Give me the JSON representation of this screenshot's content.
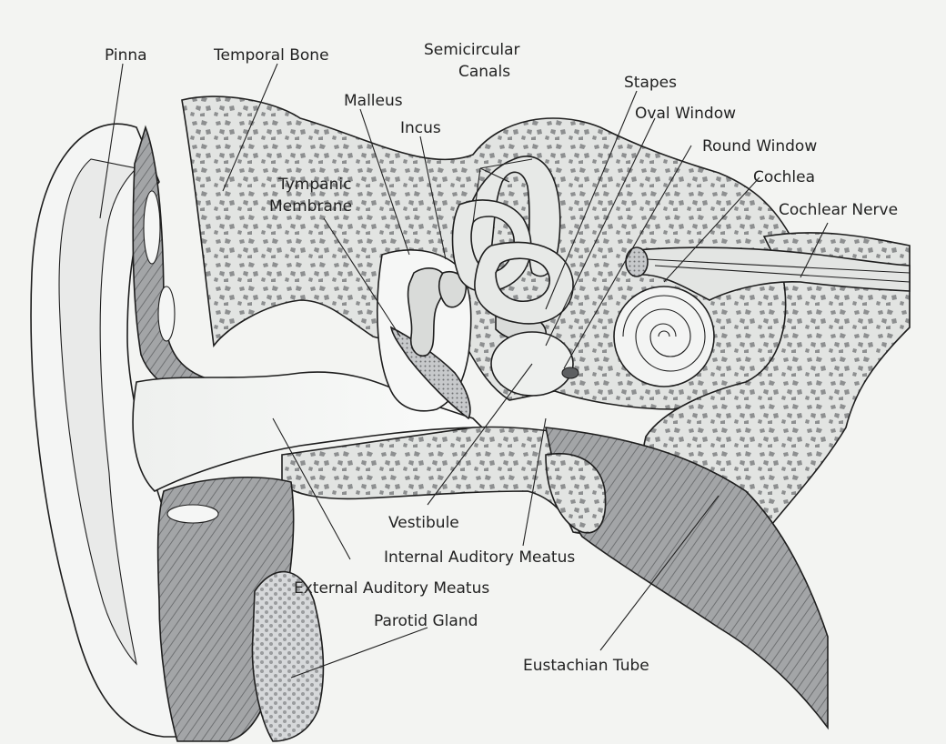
{
  "diagram": {
    "labels": {
      "pinna": "Pinna",
      "temporal_bone": "Temporal Bone",
      "semicircular_1": "Semicircular",
      "semicircular_2": "Canals",
      "malleus": "Malleus",
      "incus": "Incus",
      "stapes": "Stapes",
      "oval_window": "Oval Window",
      "round_window": "Round Window",
      "cochlea": "Cochlea",
      "cochlear_nerve": "Cochlear Nerve",
      "tympanic_1": "Tympanic",
      "tympanic_2": "Membrane",
      "vestibule": "Vestibule",
      "internal_meatus": "Internal Auditory Meatus",
      "external_meatus": "External Auditory Meatus",
      "parotid": "Parotid Gland",
      "eustachian": "Eustachian Tube"
    },
    "colors": {
      "background": "#f3f4f2",
      "bone": "#dfe1df",
      "muscle": "#9c9d9f",
      "cavity": "#f7f8f7",
      "gland": "#cfd1d3",
      "line": "#1e1e1e"
    }
  }
}
